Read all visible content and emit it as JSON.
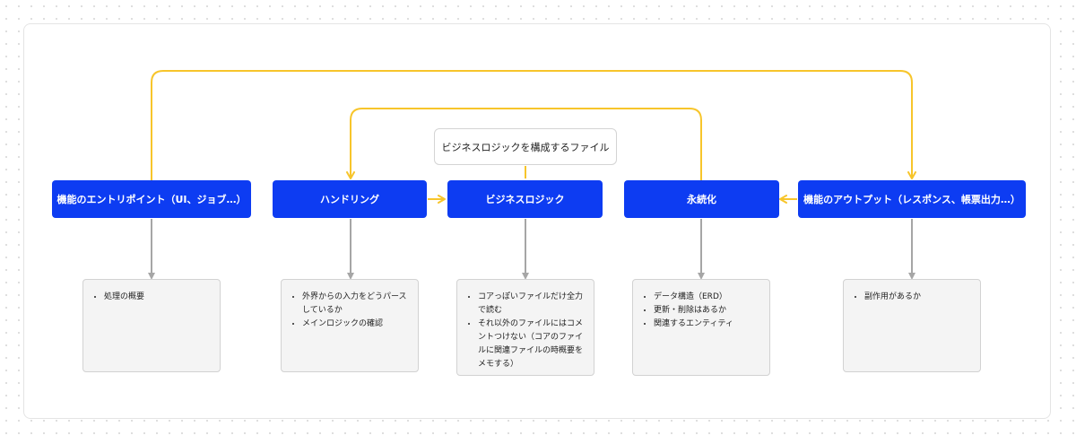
{
  "diagram": {
    "nodes": [
      {
        "id": "entry",
        "label": "機能のエントリポイント（UI、ジョブ…）"
      },
      {
        "id": "handling",
        "label": "ハンドリング"
      },
      {
        "id": "business",
        "label": "ビジネスロジック"
      },
      {
        "id": "persist",
        "label": "永続化"
      },
      {
        "id": "output",
        "label": "機能のアウトプット（レスポンス、帳票出力…）"
      }
    ],
    "business_files_label": "ビジネスロジックを構成するファイル",
    "notes": [
      {
        "node": "entry",
        "items": [
          "処理の概要"
        ]
      },
      {
        "node": "handling",
        "items": [
          "外界からの入力をどうパースしているか",
          "メインロジックの確認"
        ]
      },
      {
        "node": "business",
        "items": [
          "コアっぽいファイルだけ全力で読む",
          "それ以外のファイルにはコメントつけない（コアのファイルに関連ファイルの時概要をメモする）"
        ]
      },
      {
        "node": "persist",
        "items": [
          "データ構造（ERD）",
          "更新・削除はあるか",
          "関連するエンティティ"
        ]
      },
      {
        "node": "output",
        "items": [
          "副作用があるか"
        ]
      }
    ],
    "colors": {
      "node_fill": "#0d3cf2",
      "node_text": "#ffffff",
      "flow_arrow": "#f7c52b",
      "note_link": "#a6a6a6",
      "note_fill": "#f4f4f4"
    }
  }
}
